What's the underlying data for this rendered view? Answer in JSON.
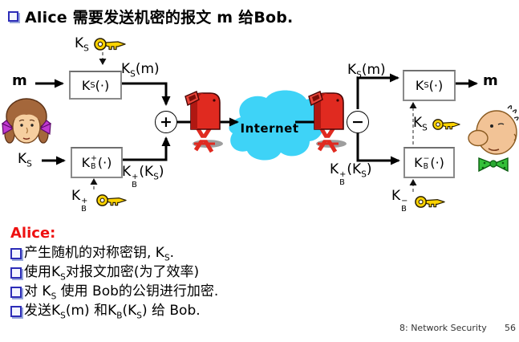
{
  "colors": {
    "cloud": "#3ed3f7",
    "mailbox": "#e02a20",
    "key": "#ffd400",
    "heading": "#ee1111",
    "bullet": "#2d2db8"
  },
  "title": {
    "text": "Alice 需要发送机密的报文 m 给Bob."
  },
  "diagram": {
    "m_in": "m",
    "m_out": "m",
    "plus": "+",
    "minus": "−",
    "internet": "Internet",
    "formulas": {
      "ks_key_top": [
        [
          "t",
          "K"
        ],
        [
          "sb",
          "S"
        ]
      ],
      "box_ks_left": [
        [
          "t",
          "K"
        ],
        [
          "sb",
          "S"
        ],
        [
          "t",
          "(·)"
        ]
      ],
      "ksm_left": [
        [
          "t",
          "K"
        ],
        [
          "sb",
          "S"
        ],
        [
          "t",
          "(m)"
        ]
      ],
      "ks_in": [
        [
          "t",
          "K"
        ],
        [
          "sb",
          "S"
        ]
      ],
      "box_kb_plus": [
        [
          "t",
          "K"
        ],
        [
          "ss",
          "+",
          "B"
        ],
        [
          "t",
          "(·)"
        ]
      ],
      "kbks_left": [
        [
          "t",
          "K"
        ],
        [
          "ss",
          "+",
          "B"
        ],
        [
          "t",
          "(K"
        ],
        [
          "sb",
          "S"
        ],
        [
          "t",
          ")"
        ]
      ],
      "kb_plus_key": [
        [
          "t",
          "K"
        ],
        [
          "ss",
          "+",
          "B"
        ]
      ],
      "ksm_right": [
        [
          "t",
          "K"
        ],
        [
          "sb",
          "S"
        ],
        [
          "t",
          "(m)"
        ]
      ],
      "box_ks_right": [
        [
          "t",
          "K"
        ],
        [
          "sb",
          "S"
        ],
        [
          "t",
          "(·)"
        ]
      ],
      "ks_key_right": [
        [
          "t",
          "K"
        ],
        [
          "sb",
          "S"
        ]
      ],
      "kbks_right": [
        [
          "t",
          "K"
        ],
        [
          "ss",
          "+",
          "B"
        ],
        [
          "t",
          "(K"
        ],
        [
          "sb",
          "S"
        ],
        [
          "t",
          ")"
        ]
      ],
      "box_kb_minus": [
        [
          "t",
          "K"
        ],
        [
          "ss",
          "−",
          "B"
        ],
        [
          "t",
          "(·)"
        ]
      ],
      "kb_minus_key": [
        [
          "t",
          "K"
        ],
        [
          "ss",
          "−",
          "B"
        ]
      ]
    }
  },
  "notes": {
    "heading": "Alice:",
    "bullets": [
      [
        [
          "t",
          "产生随机的对称密钥, K"
        ],
        [
          "sb",
          "S"
        ],
        [
          "t",
          "."
        ]
      ],
      [
        [
          "t",
          "使用K"
        ],
        [
          "sb",
          "S"
        ],
        [
          "t",
          "对报文加密(为了效率)"
        ]
      ],
      [
        [
          "t",
          "对 K"
        ],
        [
          "sb",
          "S"
        ],
        [
          "t",
          " 使用 Bob的公钥进行加密."
        ]
      ],
      [
        [
          "t",
          "发送K"
        ],
        [
          "sb",
          "S"
        ],
        [
          "t",
          "(m) 和K"
        ],
        [
          "sb",
          "B"
        ],
        [
          "t",
          "(K"
        ],
        [
          "sb",
          "S"
        ],
        [
          "t",
          ") 给 Bob."
        ]
      ]
    ]
  },
  "footer": {
    "left": "8: Network Security",
    "page": "56"
  }
}
